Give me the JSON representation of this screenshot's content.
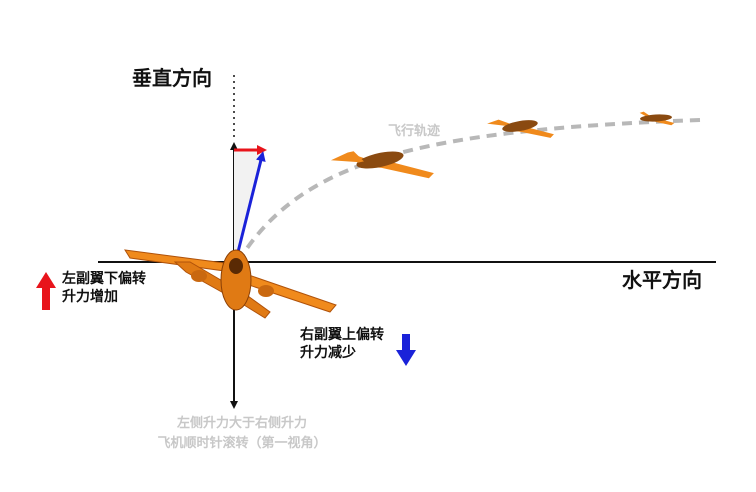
{
  "axes": {
    "vertical_label": "垂直方向",
    "horizontal_label": "水平方向"
  },
  "trajectory_label": "飞行轨迹",
  "left_wing": {
    "line1": "左副翼下偏转",
    "line2": "升力增加",
    "arrow_color": "#e8141b"
  },
  "right_wing": {
    "line1": "右副翼上偏转",
    "line2": "升力减少",
    "arrow_color": "#1a22d9"
  },
  "caption": {
    "line1": "左侧升力大于右侧升力",
    "line2": "飞机顺时针滚转（第一视角）"
  },
  "colors": {
    "airplane_body": "#f08a1c",
    "airplane_dark": "#b0520a",
    "trajectory": "#b8b8b8",
    "lift_vector": "#1a22d9",
    "side_vector": "#e8141b"
  }
}
